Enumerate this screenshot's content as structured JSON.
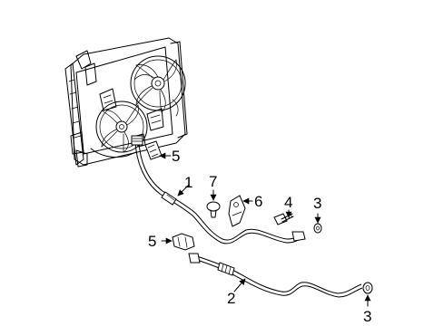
{
  "diagram": {
    "callouts": [
      {
        "id": "1",
        "label": "1"
      },
      {
        "id": "2",
        "label": "2"
      },
      {
        "id": "3a",
        "label": "3"
      },
      {
        "id": "3b",
        "label": "3"
      },
      {
        "id": "4",
        "label": "4"
      },
      {
        "id": "5a",
        "label": "5"
      },
      {
        "id": "5b",
        "label": "5"
      },
      {
        "id": "6",
        "label": "6"
      },
      {
        "id": "7",
        "label": "7"
      }
    ]
  }
}
